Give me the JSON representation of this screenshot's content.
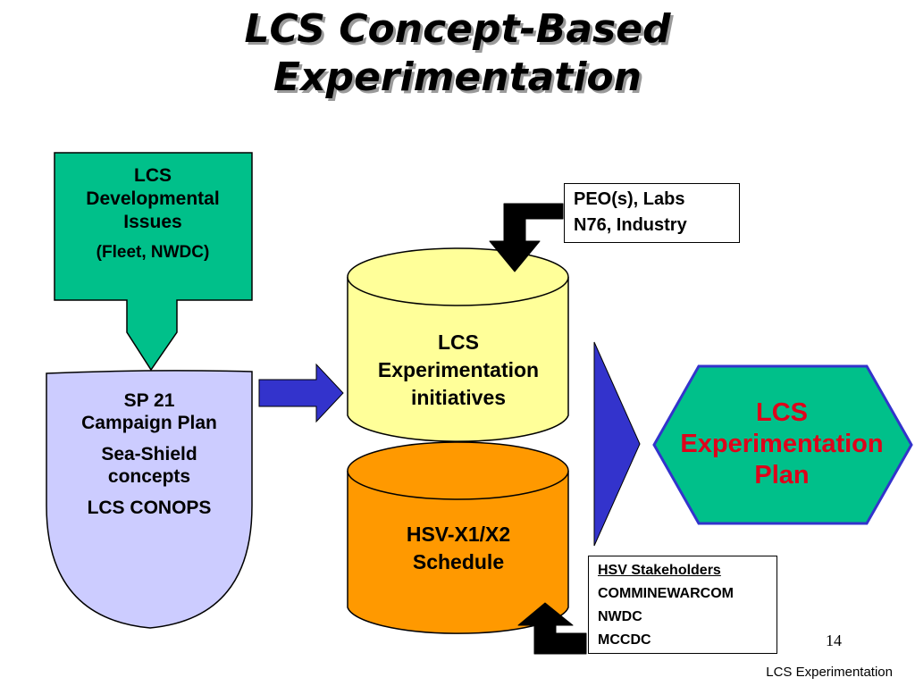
{
  "title": {
    "line1": "LCS Concept-Based",
    "line2": "Experimentation"
  },
  "developmental_issues": {
    "line1": "LCS",
    "line2": "Developmental",
    "line3": "Issues",
    "sub": "(Fleet, NWDC)",
    "color": "#00c08a"
  },
  "campaign_plan": {
    "line1": "SP 21",
    "line2": "Campaign Plan",
    "line3": "Sea-Shield",
    "line4": "concepts",
    "line5": "LCS CONOPS",
    "color": "#ccccff"
  },
  "initiatives_cylinder": {
    "line1": "LCS",
    "line2": "Experimentation",
    "line3": "initiatives",
    "color": "#ffff99"
  },
  "schedule_cylinder": {
    "line1": "HSV-X1/X2",
    "line2": "Schedule",
    "color": "#ff9900"
  },
  "inputs_box": {
    "line1": "PEO(s), Labs",
    "line2": "N76, Industry"
  },
  "stakeholders_box": {
    "header": "HSV Stakeholders",
    "items": [
      "COMMINEWARCOM",
      "NWDC",
      "MCCDC"
    ]
  },
  "plan_hexagon": {
    "line1": "LCS",
    "line2": "Experimentation",
    "line3": "Plan",
    "color": "#00c08a",
    "text_color": "#e0001a"
  },
  "arrow_color": "#3333cc",
  "page_number": "14",
  "footer": "LCS Experimentation"
}
